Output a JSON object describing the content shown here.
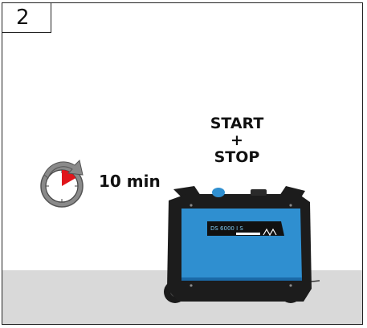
{
  "step": {
    "number": "2"
  },
  "action": {
    "line1": "START",
    "line2": "+",
    "line3": "STOP"
  },
  "timer": {
    "duration": "10 min",
    "icon": "clock-with-circular-arrow"
  },
  "generator": {
    "model": "DS 6000 I S",
    "icon": "inverter-generator"
  },
  "colors": {
    "generator_blue": "#2f8fd0",
    "generator_body": "#1c1c1c",
    "floor": "#d9d9d9",
    "timer_red": "#e0151b"
  }
}
